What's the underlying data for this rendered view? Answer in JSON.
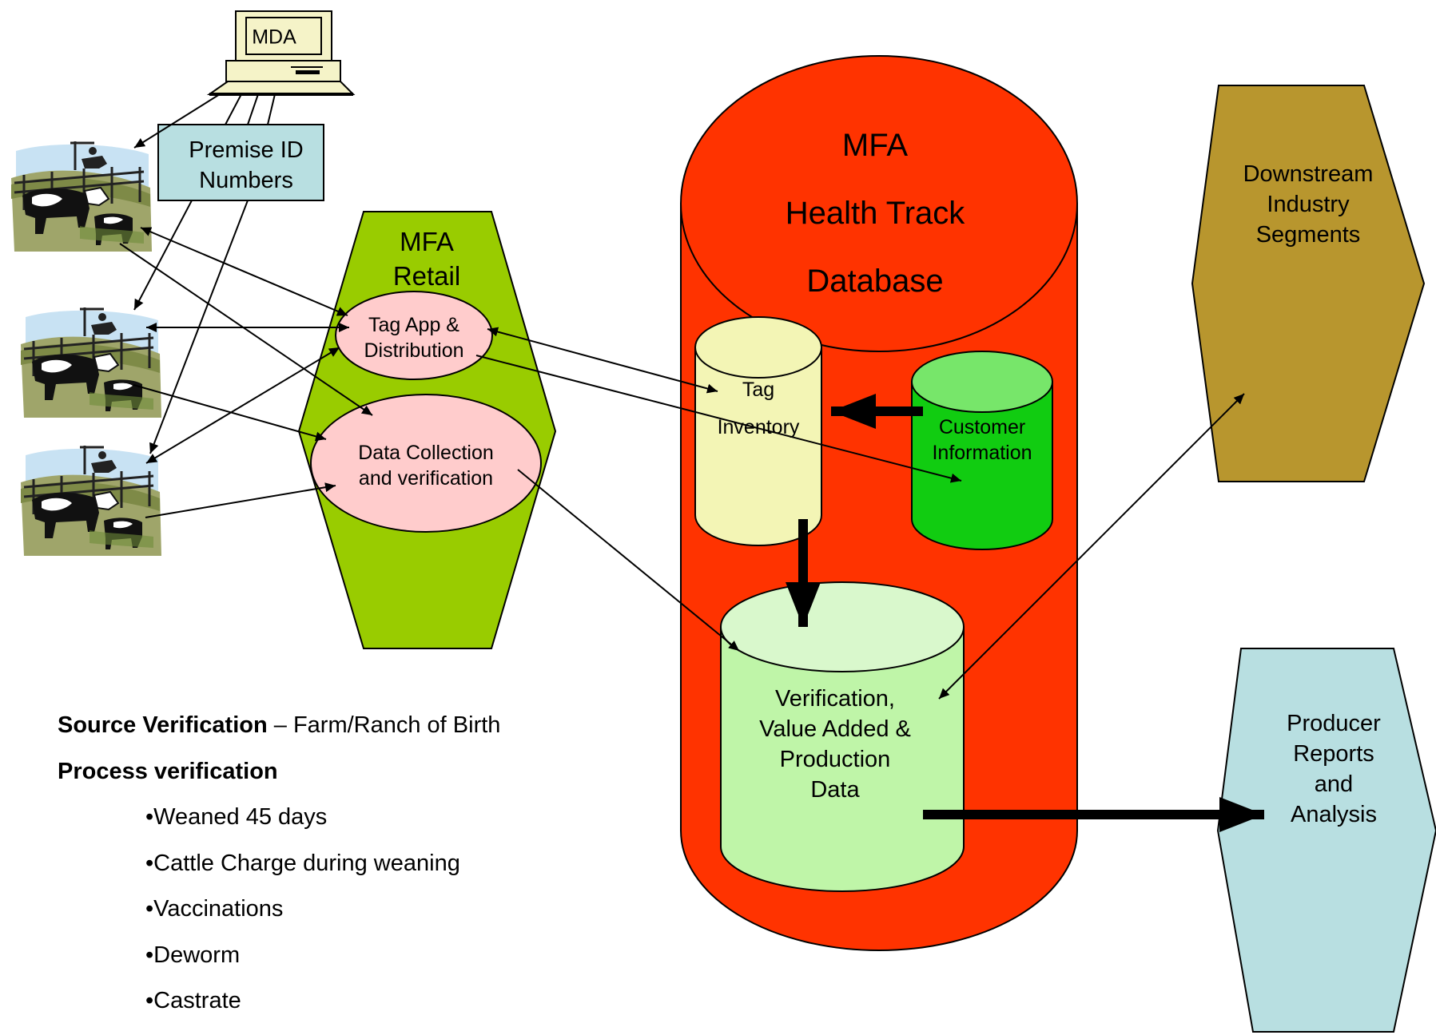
{
  "computer": {
    "screen_label": "MDA"
  },
  "premise": {
    "line1": "Premise ID",
    "line2": "Numbers"
  },
  "retail": {
    "title_line1": "MFA",
    "title_line2": "Retail",
    "tag_line1": "Tag App &",
    "tag_line2": "Distribution",
    "data_line1": "Data Collection",
    "data_line2": "and verification"
  },
  "database": {
    "title_line1": "MFA",
    "title_line2": "Health Track",
    "title_line3": "Database",
    "tag_inventory_line1": "Tag",
    "tag_inventory_line2": "Inventory",
    "customer_line1": "Customer",
    "customer_line2": "Information",
    "verification_line1": "Verification,",
    "verification_line2": "Value Added &",
    "verification_line3": "Production",
    "verification_line4": "Data"
  },
  "downstream": {
    "line1": "Downstream",
    "line2": "Industry",
    "line3": "Segments"
  },
  "reports": {
    "line1": "Producer",
    "line2": "Reports",
    "line3": "and",
    "line4": "Analysis"
  },
  "notes": {
    "source_bold": "Source Verification",
    "source_rest": " – Farm/Ranch of Birth",
    "process_bold": "Process verification",
    "bullets": [
      "•Weaned 45 days",
      "•Cattle Charge during weaning",
      "•Vaccinations",
      "•Deworm",
      "•Castrate"
    ]
  },
  "colors": {
    "database": "#ff3300",
    "retail": "#99cc00",
    "downstream": "#b8962e",
    "reports": "#b8dfe1",
    "premise": "#b8dfe1",
    "pink_ellipse": "#ffcccc",
    "tag_inventory": "#f3f5b5",
    "customer": "#11cc11",
    "customer_top": "#77e66a",
    "verification": "#bff5a8",
    "verification_top": "#d9f8cc"
  }
}
